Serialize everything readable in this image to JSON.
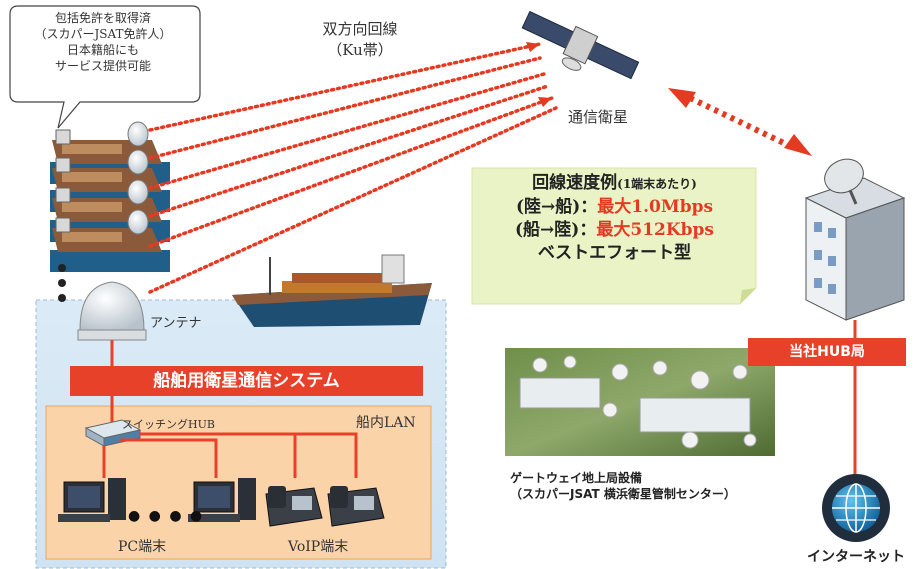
{
  "bubble": {
    "lines": [
      "包括免許を取得済",
      "（スカパーJSAT免許人）",
      "日本籍船にも",
      "サービス提供可能"
    ]
  },
  "link": {
    "label": "双方向回線",
    "band": "（Ku帯）"
  },
  "satellite": {
    "label": "通信衛星"
  },
  "speed": {
    "title": "回線速度例",
    "title_note": "(1端末あたり)",
    "down_label": "(陸→船)：",
    "down_value": "最大1.0Mbps",
    "up_label": "(船→陸)：",
    "up_value": "最大512Kbps",
    "note": "ベストエフォート型"
  },
  "antenna": {
    "label": "アンテナ"
  },
  "system": {
    "label": "船舶用衛星通信システム"
  },
  "lan": {
    "label": "船内LAN",
    "hub_label": "スイッチングHUB",
    "pc_label": "PC端末",
    "voip_label": "VoIP端末",
    "dots": "● ● ● ●"
  },
  "hub_station": {
    "label": "当社HUB局"
  },
  "gateway": {
    "caption_line1": "ゲートウェイ地上局設備",
    "caption_line2": "（スカパーJSAT 横浜衛星管制センター）"
  },
  "internet": {
    "label": "インターネット"
  },
  "colors": {
    "accent_red": "#e8412a",
    "speed_red": "#e53a22",
    "sea_blue": "#d6e8f4",
    "lan_orange": "#fbd3a8",
    "speed_box": "#e9f3c6"
  }
}
